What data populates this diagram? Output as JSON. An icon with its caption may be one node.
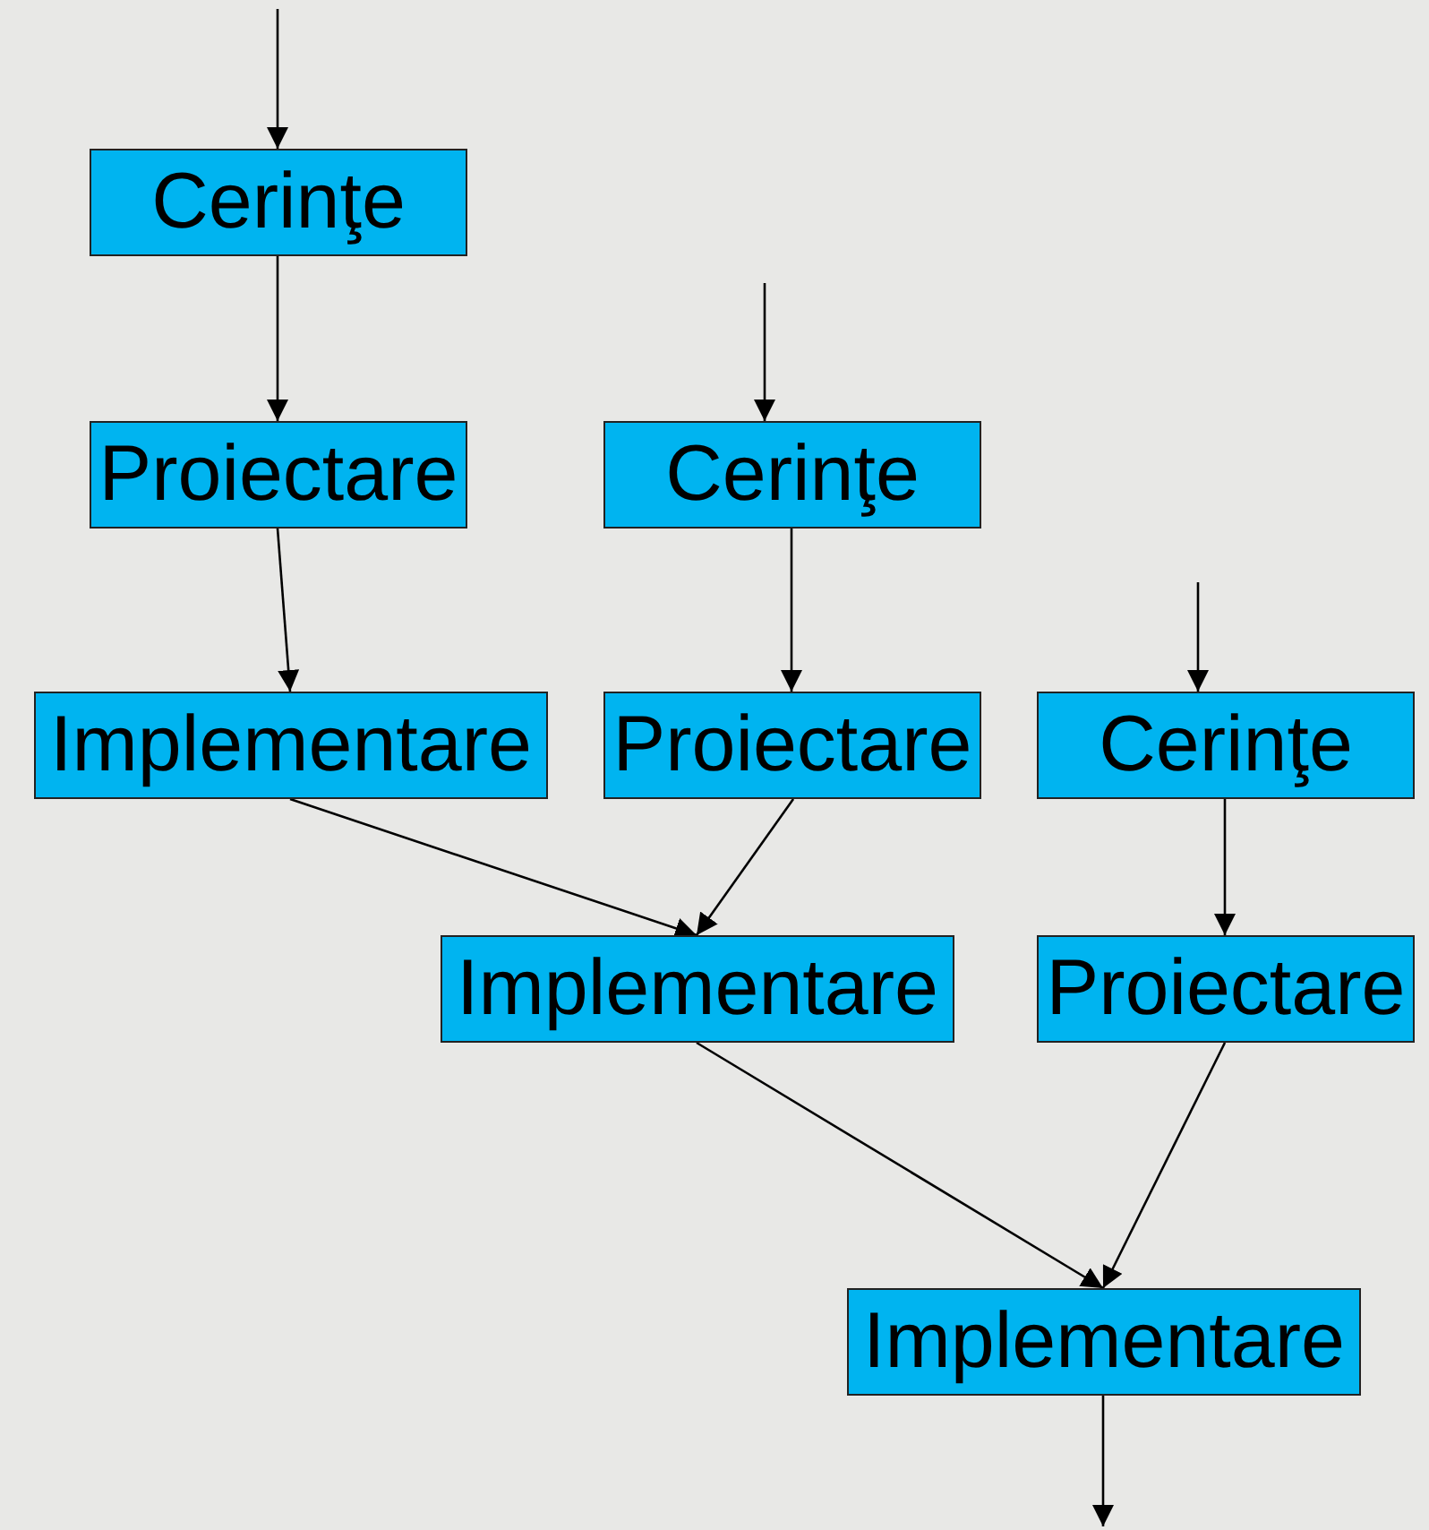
{
  "diagram": {
    "nodes": [
      {
        "text": [
          "Cerinţe"
        ]
      },
      {
        "text": [
          "Proiectare"
        ]
      },
      {
        "text": [
          "Implementare"
        ]
      },
      {
        "text": [
          "Cerinţe"
        ]
      },
      {
        "text": [
          "Proiectare"
        ]
      },
      {
        "text": [
          "Cerinţe"
        ]
      },
      {
        "text": [
          "Implementare"
        ]
      },
      {
        "text": [
          "Proiectare"
        ]
      },
      {
        "text": [
          "Implementare"
        ]
      }
    ],
    "edges": [
      {
        "from": null,
        "to": 0,
        "arrow": "to"
      },
      {
        "from": 0,
        "to": 1,
        "arrow": "to"
      },
      {
        "from": 1,
        "to": 2,
        "arrow": "to"
      },
      {
        "from": null,
        "to": 3,
        "arrow": "to"
      },
      {
        "from": 3,
        "to": 4,
        "arrow": "to"
      },
      {
        "from": null,
        "to": 5,
        "arrow": "to"
      },
      {
        "from": 2,
        "to": 6,
        "arrow": "to"
      },
      {
        "from": 4,
        "to": 6,
        "arrow": "to"
      },
      {
        "from": 5,
        "to": 7,
        "arrow": "to"
      },
      {
        "from": 6,
        "to": 8,
        "arrow": "to"
      },
      {
        "from": 7,
        "to": 8,
        "arrow": "to"
      },
      {
        "from": 8,
        "to": null,
        "arrow": "to"
      }
    ]
  }
}
